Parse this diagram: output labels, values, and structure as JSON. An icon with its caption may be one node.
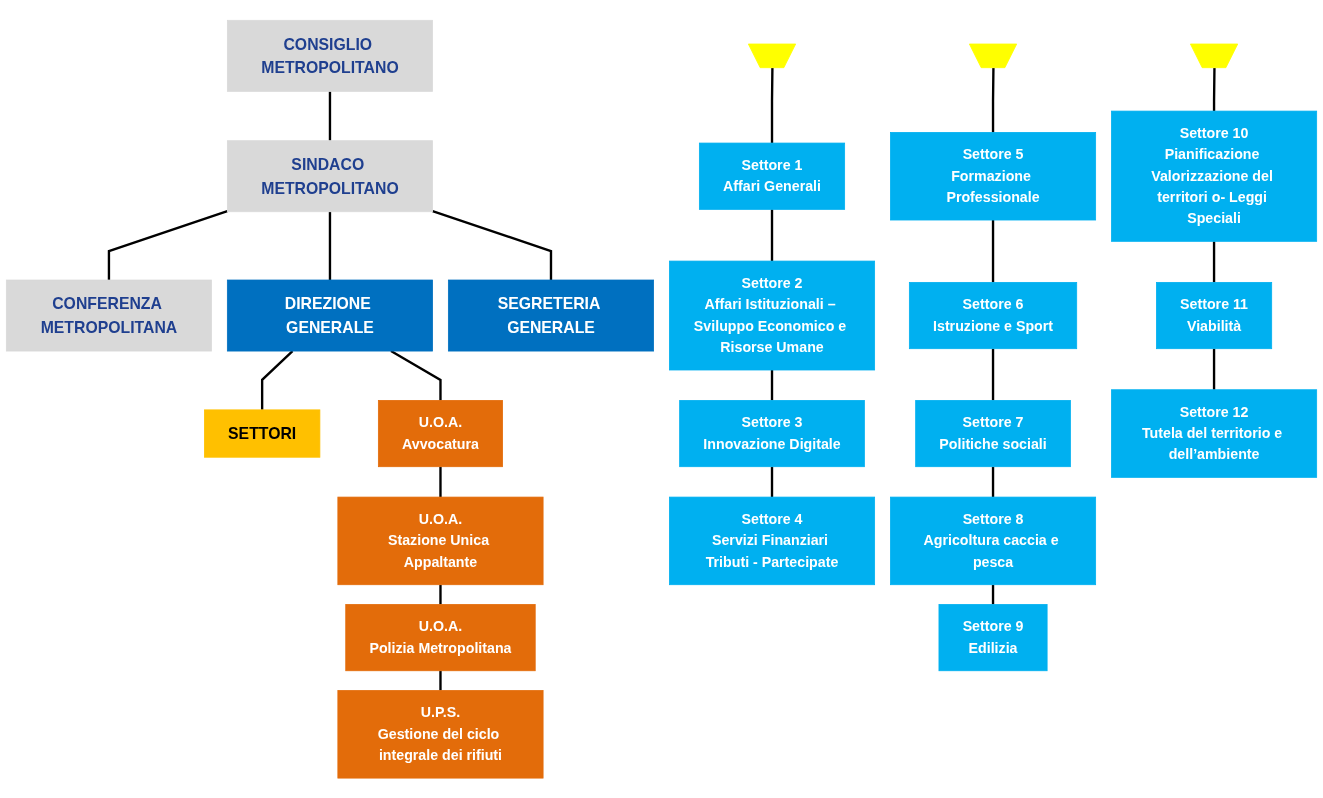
{
  "diagram": {
    "nodes": [
      {
        "text": [
          "CONSIGLIO METROPOLITANO"
        ]
      },
      {
        "text": [
          "SINDACO METROPOLITANO"
        ]
      },
      {
        "text": [
          "CONFERENZA METROPOLITANA"
        ]
      },
      {
        "text": [
          "DIREZIONE GENERALE"
        ]
      },
      {
        "text": [
          "SEGRETERIA GENERALE"
        ]
      },
      {
        "text": [
          "SETTORI"
        ]
      },
      {
        "text": [],
        "shape": "trapezoid"
      },
      {
        "text": [],
        "shape": "trapezoid"
      },
      {
        "text": [],
        "shape": "trapezoid"
      },
      {
        "text": [
          "U.O.A.",
          "Avvocatura"
        ]
      },
      {
        "text": [
          "U.O.A.",
          "Stazione Unica Appaltante"
        ]
      },
      {
        "text": [
          "U.O.A.",
          "Polizia Metropolitana"
        ]
      },
      {
        "text": [
          "U.P.S.",
          "Gestione del ciclo integrale dei rifiuti"
        ]
      },
      {
        "text": [
          "Settore 1",
          "Affari Generali"
        ]
      },
      {
        "text": [
          "Settore 2",
          "Affari Istituzionali – Sviluppo Economico e Risorse Umane"
        ]
      },
      {
        "text": [
          "Settore 3",
          "Innovazione Digitale"
        ]
      },
      {
        "text": [
          "Settore 4",
          "Servizi Finanziari Tributi - Partecipate"
        ]
      },
      {
        "text": [
          "Settore 5",
          "Formazione Professionale"
        ]
      },
      {
        "text": [
          "Settore 6",
          "Istruzione e Sport"
        ]
      },
      {
        "text": [
          "Settore 7",
          "Politiche sociali"
        ]
      },
      {
        "text": [
          "Settore 8",
          "Agricoltura caccia e pesca"
        ]
      },
      {
        "text": [
          "Settore 9",
          "Edilizia"
        ]
      },
      {
        "text": [
          "Settore 10",
          "Pianificazione Valorizzazione del territori o- Leggi Speciali"
        ]
      },
      {
        "text": [
          "Settore 11",
          "Viabilità"
        ]
      },
      {
        "text": [
          "Settore 12",
          "Tutela del territorio e dell’ambiente"
        ]
      }
    ],
    "edges": [
      {
        "from": 0,
        "to": 1,
        "arrow": "none"
      },
      {
        "from": 1,
        "to": 2,
        "arrow": "none"
      },
      {
        "from": 1,
        "to": 3,
        "arrow": "none"
      },
      {
        "from": 1,
        "to": 4,
        "arrow": "none"
      },
      {
        "from": 3,
        "to": 9,
        "arrow": "none"
      },
      {
        "from": 3,
        "to": 5,
        "arrow": "none"
      },
      {
        "from": 9,
        "to": 10,
        "arrow": "none"
      },
      {
        "from": 10,
        "to": 11,
        "arrow": "none"
      },
      {
        "from": 11,
        "to": 12,
        "arrow": "none"
      },
      {
        "from": 6,
        "to": 13,
        "arrow": "none"
      },
      {
        "from": 13,
        "to": 14,
        "arrow": "none"
      },
      {
        "from": 14,
        "to": 15,
        "arrow": "none"
      },
      {
        "from": 15,
        "to": 16,
        "arrow": "none"
      },
      {
        "from": 7,
        "to": 17,
        "arrow": "none"
      },
      {
        "from": 17,
        "to": 18,
        "arrow": "none"
      },
      {
        "from": 18,
        "to": 19,
        "arrow": "none"
      },
      {
        "from": 19,
        "to": 20,
        "arrow": "none"
      },
      {
        "from": 20,
        "to": 21,
        "arrow": "none"
      },
      {
        "from": 8,
        "to": 22,
        "arrow": "none"
      },
      {
        "from": 22,
        "to": 23,
        "arrow": "none"
      },
      {
        "from": 23,
        "to": 24,
        "arrow": "none"
      }
    ]
  }
}
